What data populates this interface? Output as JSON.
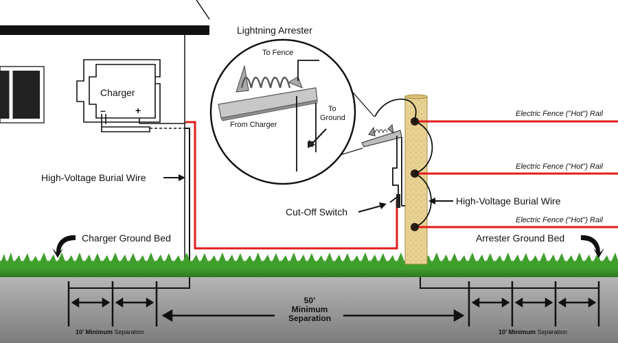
{
  "labels": {
    "lightning_arrester": "Lightning Arrester",
    "to_fence": "To Fence",
    "to_ground_1": "To",
    "to_ground_2": "Ground",
    "from_charger": "From Charger",
    "charger": "Charger",
    "charger_minus": "–",
    "charger_plus": "+",
    "high_voltage_burial_wire_left": "High-Voltage Burial Wire",
    "high_voltage_burial_wire_right": "High-Voltage Burial Wire",
    "cut_off_switch": "Cut-Off Switch",
    "charger_ground_bed": "Charger Ground Bed",
    "arrester_ground_bed": "Arrester Ground Bed",
    "rail_1": "Electric Fence (\"Hot\") Rail",
    "rail_2": "Electric Fence (\"Hot\") Rail",
    "rail_3": "Electric Fence (\"Hot\") Rail",
    "separation_big_1": "50’",
    "separation_big_2": "Minimum",
    "separation_big_3": "Separation",
    "separation_left_strong": "10’ Minimum",
    "separation_left_rest": " Separation",
    "separation_right_strong": "10’ Minimum",
    "separation_right_rest": " Separation"
  },
  "colors": {
    "hot_wire": "#e11b1b",
    "ground_wire": "#111111",
    "grass": "#3f9e2c",
    "soil": "#9a9a9a",
    "post": "#e7d294",
    "post_insulator": "#2a1c12",
    "house_wall": "#ffffff",
    "roof": "#111111"
  }
}
